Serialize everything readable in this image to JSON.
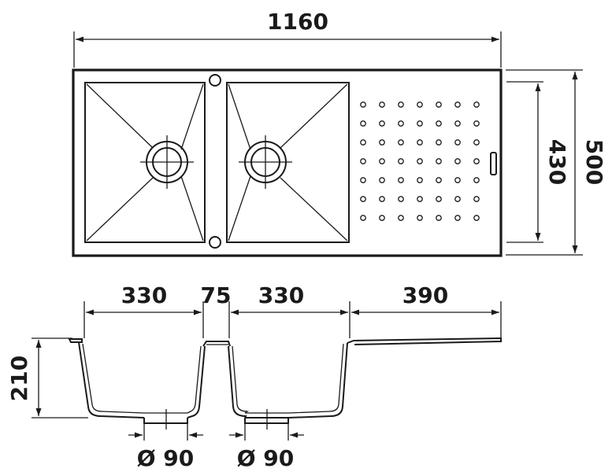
{
  "dimensions": {
    "total_width": "1160",
    "drain_area_height": "430",
    "total_depth": "500",
    "bowl_left_width": "330",
    "bowl_gap": "75",
    "bowl_right_width": "330",
    "drainer_width": "390",
    "bowl_depth": "210",
    "drain_left_diameter": "Ø 90",
    "drain_right_diameter": "Ø 90"
  },
  "colors": {
    "ink": "#1a1a1a",
    "background": "#ffffff"
  },
  "drainer_dots": {
    "columns": 7,
    "rows": 7
  }
}
